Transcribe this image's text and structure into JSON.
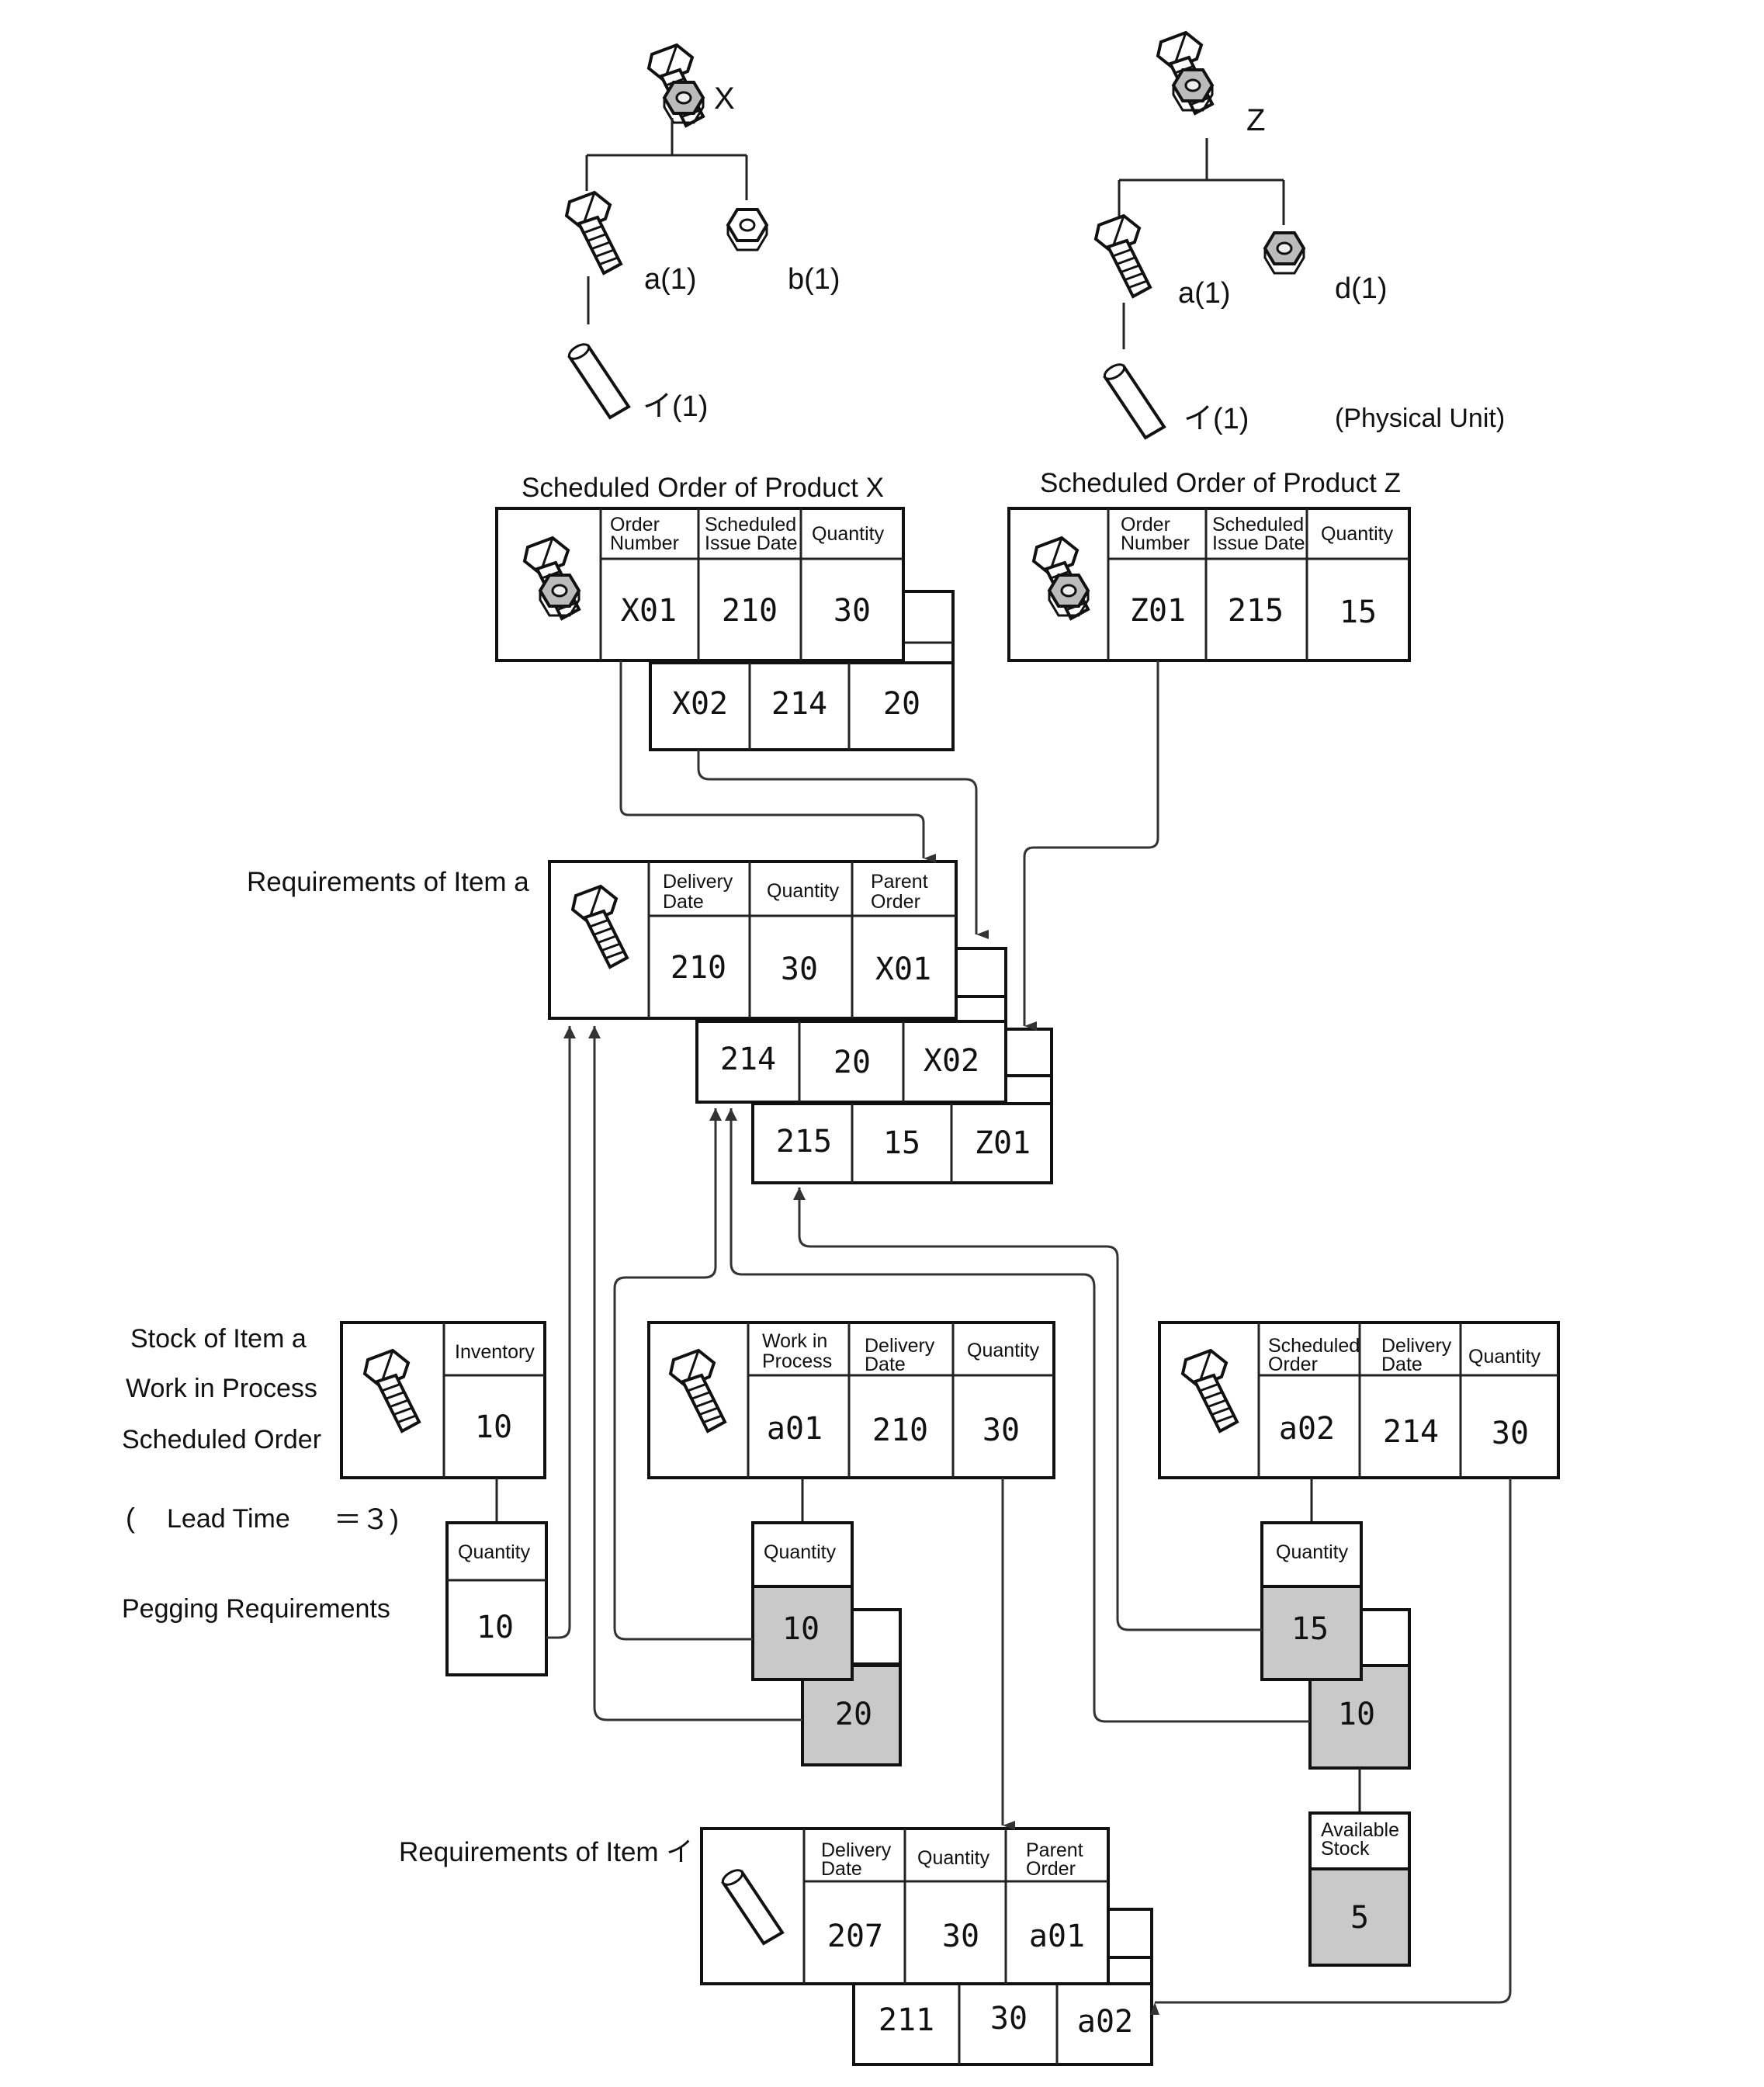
{
  "tree_x": {
    "product": "X",
    "a": "a(1)",
    "b": "b(1)",
    "i": "イ(1)"
  },
  "tree_z": {
    "product": "Z",
    "a": "a(1)",
    "d": "d(1)",
    "i": "イ(1)",
    "note": "(Physical Unit)"
  },
  "sched_x": {
    "title": "Scheduled Order of Product X",
    "h1": [
      "Order",
      "Number"
    ],
    "h2": [
      "Scheduled",
      "Issue Date"
    ],
    "h3": "Quantity",
    "rows": [
      [
        "X01",
        "210",
        "30"
      ],
      [
        "X02",
        "214",
        "20"
      ]
    ]
  },
  "sched_z": {
    "title": "Scheduled Order of Product Z",
    "h1": [
      "Order",
      "Number"
    ],
    "h2": [
      "Scheduled",
      "Issue Date"
    ],
    "h3": "Quantity",
    "rows": [
      [
        "Z01",
        "215",
        "15"
      ]
    ]
  },
  "req_a": {
    "title": "Requirements of Item a",
    "h1": [
      "Delivery",
      "Date"
    ],
    "h2": "Quantity",
    "h3": [
      "Parent",
      "Order"
    ],
    "rows": [
      [
        "210",
        "30",
        "X01"
      ],
      [
        "214",
        "20",
        "X02"
      ],
      [
        "215",
        "15",
        "Z01"
      ]
    ]
  },
  "left_labels": {
    "stock": "Stock of Item a",
    "wip": "Work in Process",
    "sched": "Scheduled Order",
    "lt_open": "(",
    "lt_label": "Lead Time",
    "lt_value": "＝３)",
    "pegging": "Pegging Requirements"
  },
  "stock": {
    "h": "Inventory",
    "value": "10",
    "peg_h": "Quantity",
    "peg_value": "10"
  },
  "wip": {
    "h1": [
      "Work in",
      "Process"
    ],
    "h2": [
      "Delivery",
      "Date"
    ],
    "h3": "Quantity",
    "row": [
      "a01",
      "210",
      "30"
    ],
    "peg_h": "Quantity",
    "peg": [
      "10",
      "20"
    ]
  },
  "sch": {
    "h1": [
      "Scheduled",
      "Order"
    ],
    "h2": [
      "Delivery",
      "Date"
    ],
    "h3": "Quantity",
    "row": [
      "a02",
      "214",
      "30"
    ],
    "peg_h": "Quantity",
    "peg": [
      "15",
      "10"
    ],
    "avail_h": [
      "Available",
      "Stock"
    ],
    "avail": "5"
  },
  "req_i": {
    "title": "Requirements of Item イ",
    "h1": [
      "Delivery",
      "Date"
    ],
    "h2": "Quantity",
    "h3": [
      "Parent",
      "Order"
    ],
    "rows": [
      [
        "207",
        "30",
        "a01"
      ],
      [
        "211",
        "30",
        "a02"
      ]
    ]
  }
}
